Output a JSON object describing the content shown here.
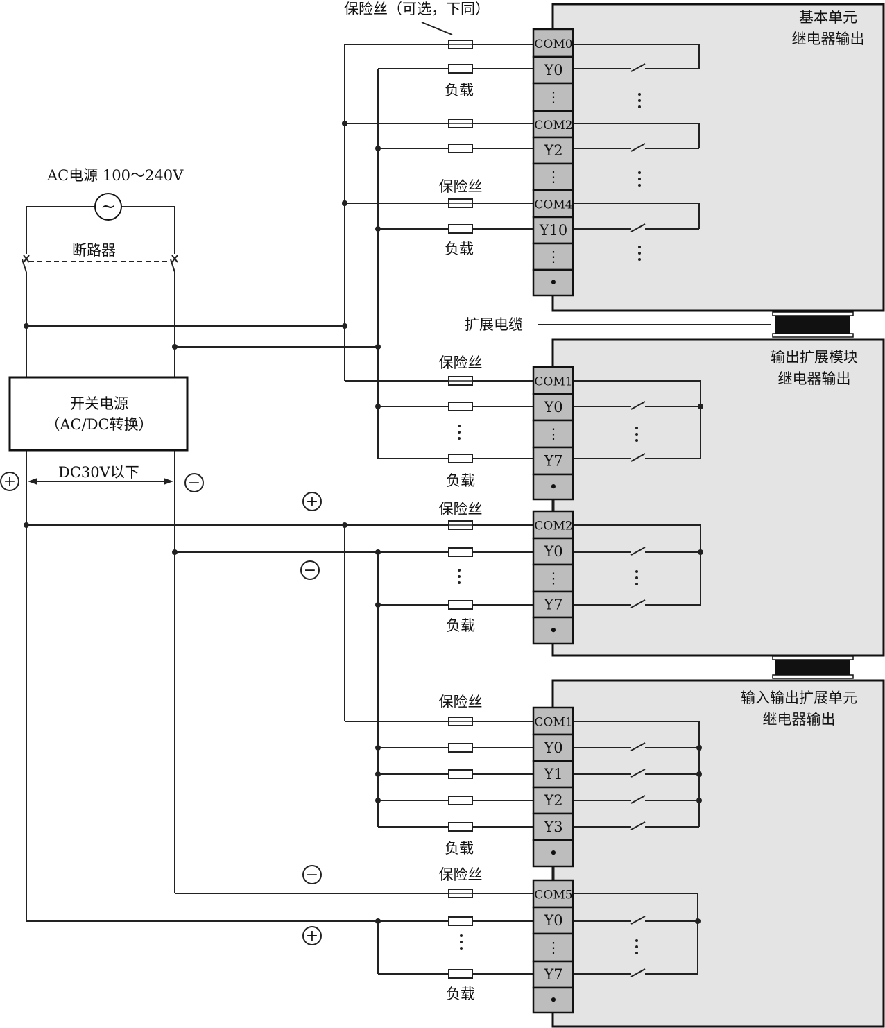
{
  "labels": {
    "fuse_optional": "保险丝（可选，下同）",
    "fuse": "保险丝",
    "load": "负载",
    "ac_source": "AC电源 100～240V",
    "breaker": "断路器",
    "psu_line1": "开关电源",
    "psu_line2": "（AC/DC转换）",
    "dc_limit": "DC30V以下",
    "ext_cable": "扩展电缆",
    "dots": "⋮",
    "plus": "+",
    "minus": "−",
    "ac_symbol": "~"
  },
  "units": [
    {
      "title1": "基本单元",
      "title2": "继电器输出"
    },
    {
      "title1": "输出扩展模块",
      "title2": "继电器输出"
    },
    {
      "title1": "输入输出扩展单元",
      "title2": "继电器输出"
    }
  ],
  "terminals": [
    [
      "COM0",
      "Y0",
      "⋮",
      "COM2",
      "Y2",
      "⋮",
      "COM4",
      "Y10",
      "⋮",
      "•"
    ],
    [
      "COM1",
      "Y0",
      "⋮",
      "Y7",
      "•"
    ],
    [
      "COM2",
      "Y0",
      "⋮",
      "Y7",
      "•"
    ],
    [
      "COM1",
      "Y0",
      "Y1",
      "Y2",
      "Y3",
      "•"
    ],
    [
      "COM5",
      "Y0",
      "⋮",
      "Y7",
      "•"
    ]
  ],
  "colors": {
    "panel": "#e4e4e4",
    "terminal": "#bdbdbd",
    "line": "#222222"
  }
}
